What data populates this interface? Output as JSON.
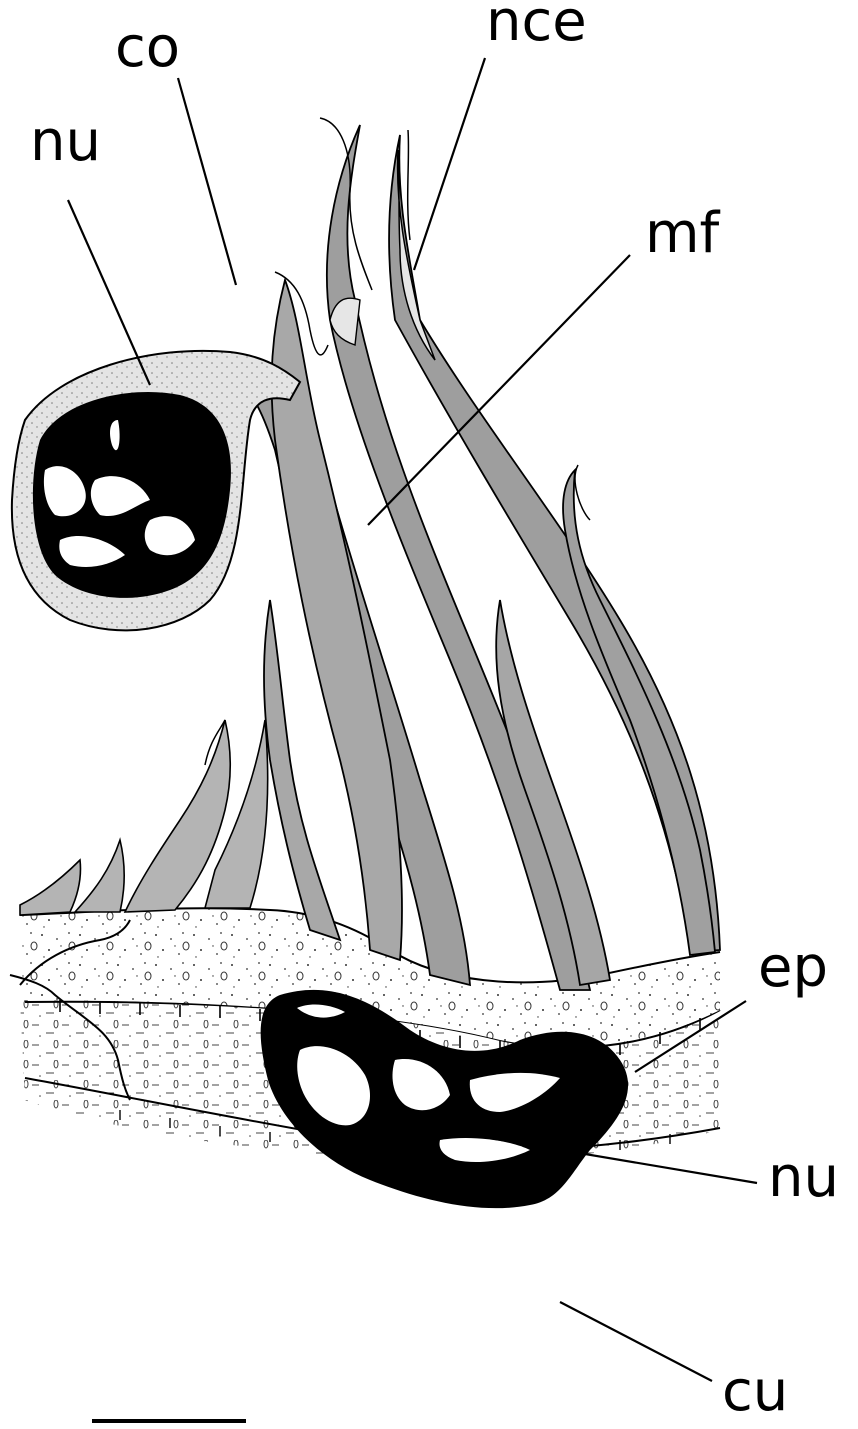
{
  "figure": {
    "labels": {
      "co": "co",
      "nce": "nce",
      "nu_top": "nu",
      "mf": "mf",
      "ep": "ep",
      "nu_bottom": "nu",
      "cu": "cu"
    },
    "colors": {
      "fiber": "#9c9c9c",
      "fiber_light": "#c8c8c8",
      "nucleus": "#000000",
      "cytoplasm": "#e9e9e9",
      "background": "#ffffff",
      "line": "#000000"
    },
    "scale_bar": "scale-bar"
  }
}
